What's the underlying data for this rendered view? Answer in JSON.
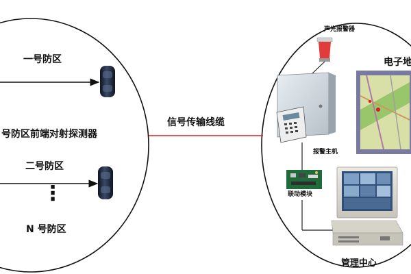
{
  "left_group": {
    "zone1_label": "一号防区",
    "detector_label": "号防区前端对射探测器",
    "zone2_label": "二号防区",
    "ellipsis": "⋮",
    "zoneN_label": "N 号防区"
  },
  "link": {
    "label": "信号传输线缆",
    "color": "#d42020"
  },
  "right_group": {
    "alarm_light_label": "声光报警器",
    "alarm_host_label": "报警主机",
    "linkage_module_label": "联动模块",
    "emap_label": "电子地",
    "center_label": "管理中心"
  }
}
